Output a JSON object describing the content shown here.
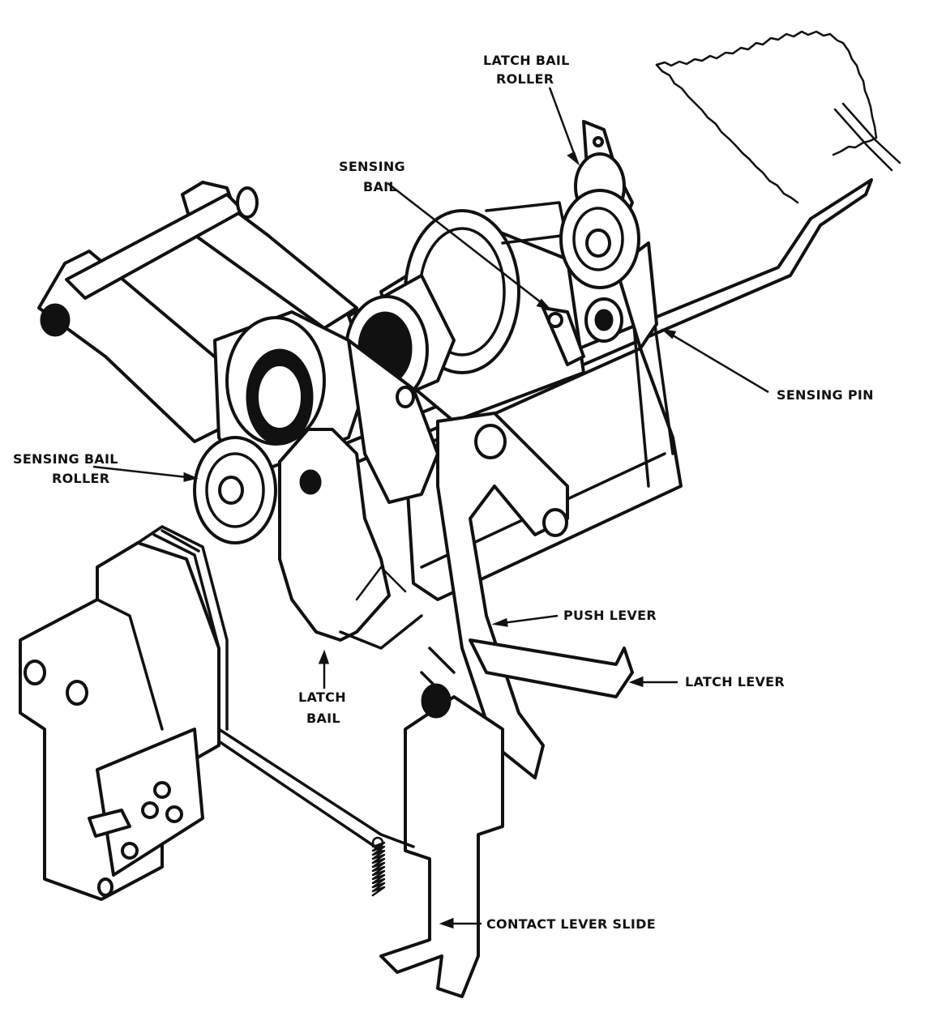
{
  "labels": {
    "latch_bail_roller_1": "LATCH BAIL",
    "latch_bail_roller_2": "ROLLER",
    "sensing_bail_1": "SENSING",
    "sensing_bail_2": "BAIL",
    "sensing_pin": "SENSING PIN",
    "sensing_bail_roller_1": "SENSING BAIL",
    "sensing_bail_roller_2": "ROLLER",
    "push_lever": "PUSH LEVER",
    "latch_lever": "LATCH LEVER",
    "latch_bail_1": "LATCH",
    "latch_bail_2": "BAIL",
    "contact_lever_slide": "CONTACT LEVER SLIDE"
  },
  "colors": {
    "ink": "#111111",
    "paper": "#ffffff"
  }
}
